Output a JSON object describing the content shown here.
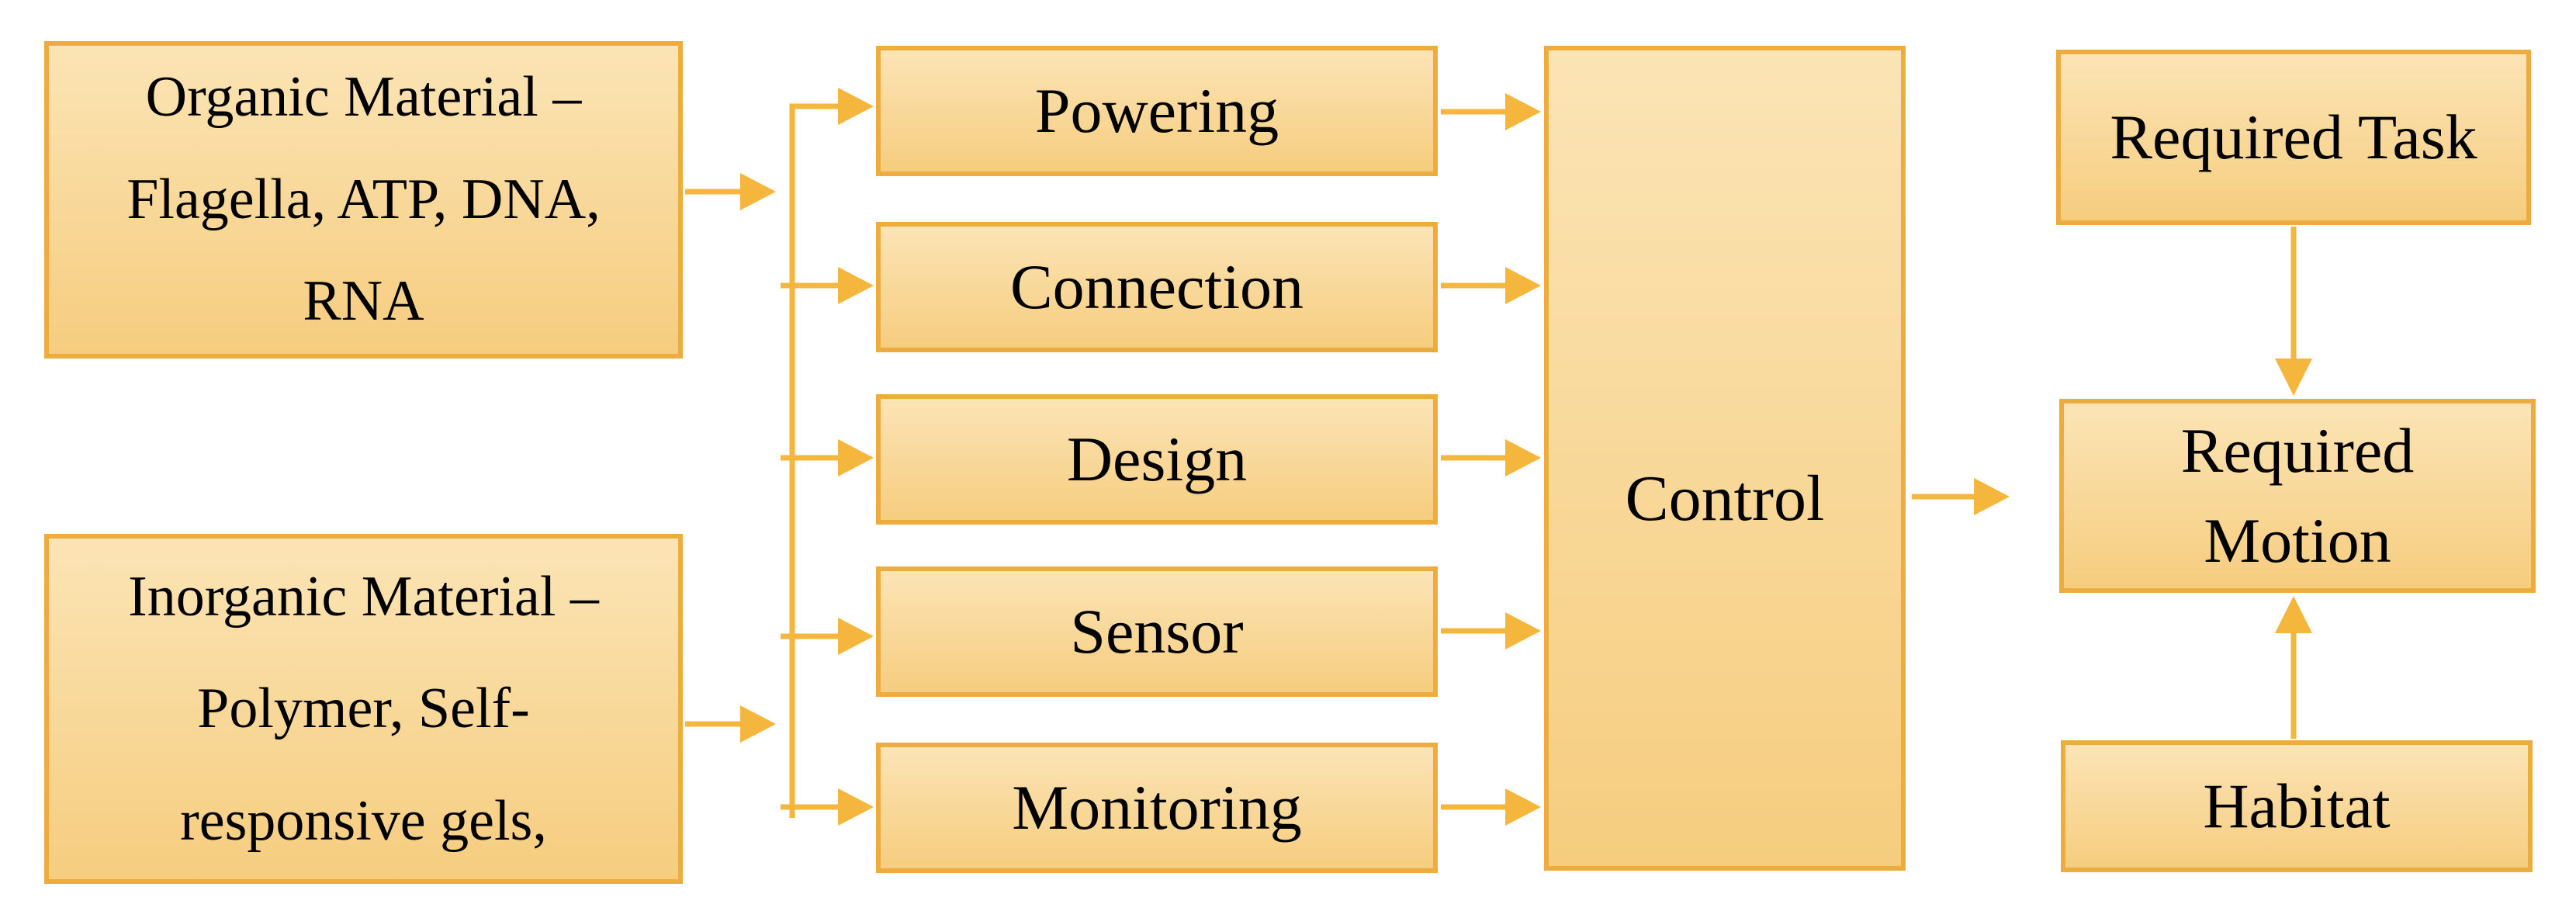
{
  "figure": {
    "type": "flowchart",
    "nodes": {
      "organic": {
        "lines": [
          "Organic Material –",
          "Flagella, ATP, DNA,",
          "RNA"
        ]
      },
      "inorganic": {
        "lines": [
          "Inorganic Material –",
          "Polymer, Self-",
          "responsive gels,"
        ]
      },
      "powering": {
        "label": "Powering"
      },
      "connection": {
        "label": "Connection"
      },
      "design": {
        "label": "Design"
      },
      "sensor": {
        "label": "Sensor"
      },
      "monitoring": {
        "label": "Monitoring"
      },
      "control": {
        "label": "Control"
      },
      "required_task": {
        "label": "Required Task"
      },
      "required_motion": {
        "lines": [
          "Required",
          "Motion"
        ]
      },
      "habitat": {
        "label": "Habitat"
      }
    },
    "edges": [
      {
        "from": "organic",
        "to": "branch-line"
      },
      {
        "from": "inorganic",
        "to": "branch-line"
      },
      {
        "from": "branch-line",
        "to": "powering"
      },
      {
        "from": "branch-line",
        "to": "connection"
      },
      {
        "from": "branch-line",
        "to": "design"
      },
      {
        "from": "branch-line",
        "to": "sensor"
      },
      {
        "from": "branch-line",
        "to": "monitoring"
      },
      {
        "from": "powering",
        "to": "control"
      },
      {
        "from": "connection",
        "to": "control"
      },
      {
        "from": "design",
        "to": "control"
      },
      {
        "from": "sensor",
        "to": "control"
      },
      {
        "from": "monitoring",
        "to": "control"
      },
      {
        "from": "control",
        "to": "required_motion"
      },
      {
        "from": "required_task",
        "to": "required_motion"
      },
      {
        "from": "habitat",
        "to": "required_motion"
      }
    ],
    "colors": {
      "page_bg": "#FFFFFF",
      "box_border": "#EDAC3E",
      "box_fill_top": "#FBE4B5",
      "box_fill_bottom": "#F6CD7F",
      "arrow": "#F5B63E",
      "text_color": "#000000"
    }
  }
}
